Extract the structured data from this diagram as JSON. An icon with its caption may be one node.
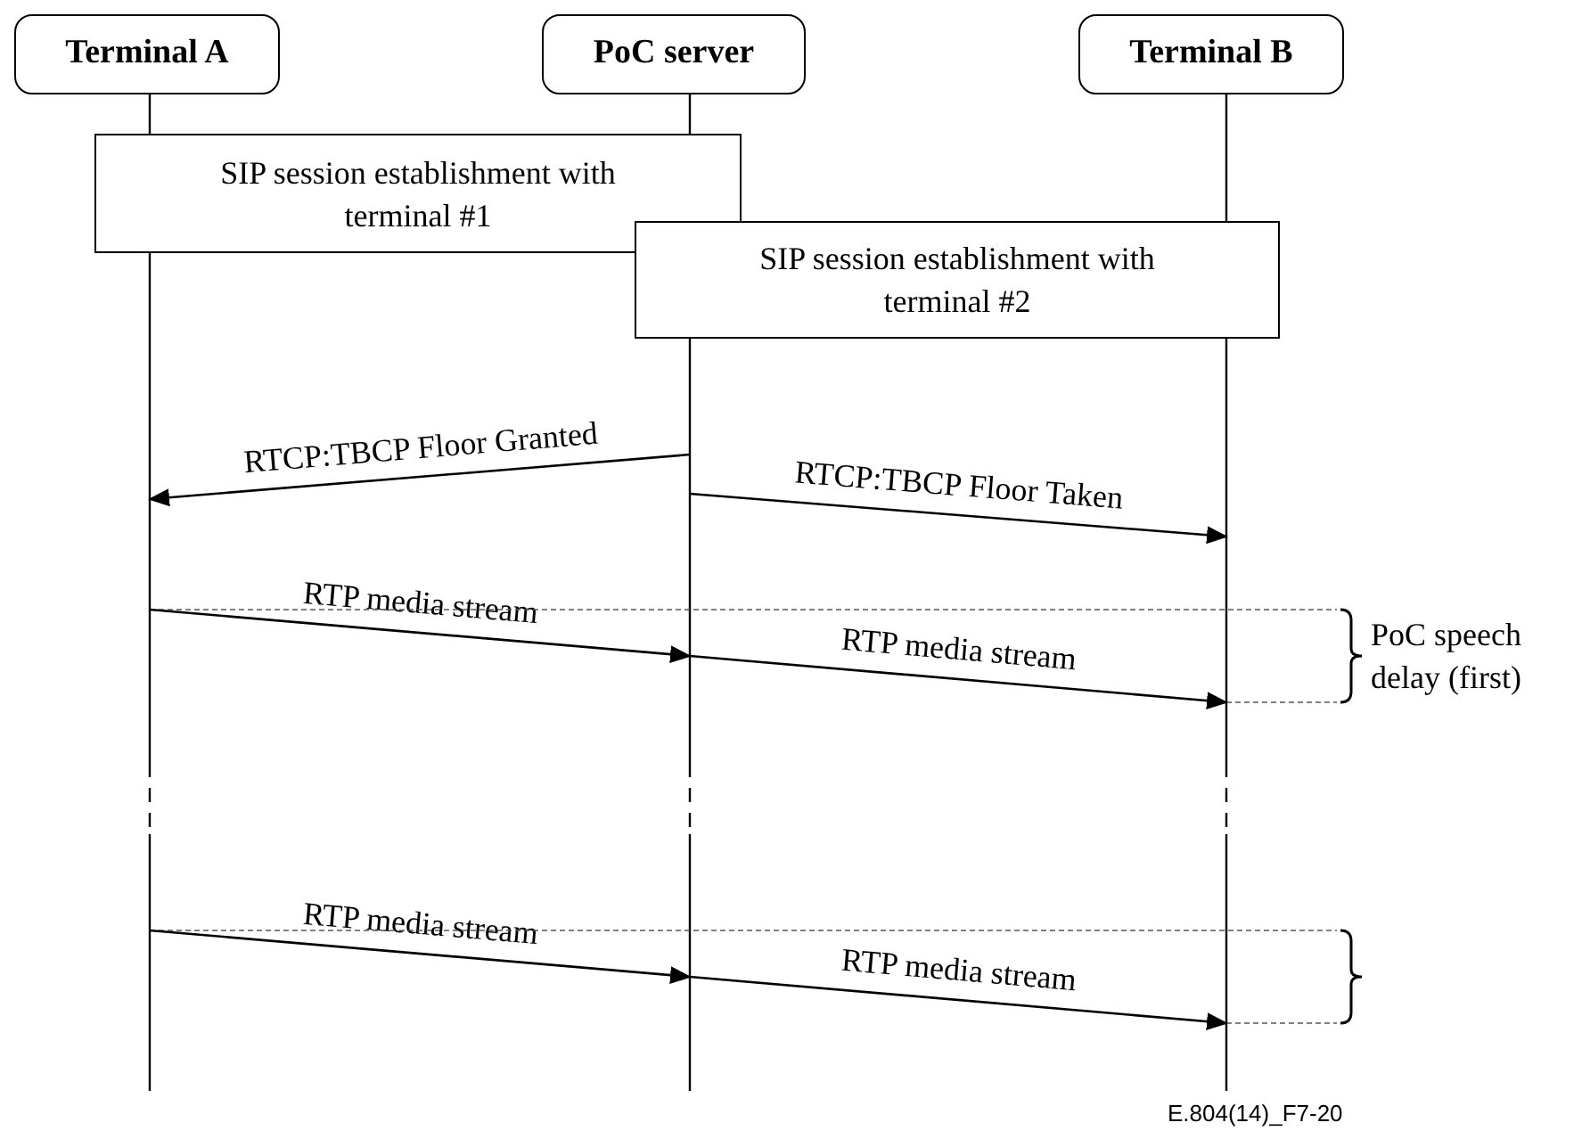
{
  "diagram": {
    "nodes": [
      {
        "text": [
          "Terminal A"
        ]
      },
      {
        "text": [
          "PoC server"
        ]
      },
      {
        "text": [
          "Terminal B"
        ]
      },
      {
        "text": [
          "SIP session establishment with terminal #1"
        ]
      },
      {
        "text": [
          "SIP session establishment with terminal #2"
        ]
      }
    ],
    "edges": [
      {
        "from": 1,
        "to": 0,
        "arrow": "to",
        "label": "RTCP:TBCP Floor Granted"
      },
      {
        "from": 1,
        "to": 2,
        "arrow": "to",
        "label": "RTCP:TBCP Floor Taken"
      },
      {
        "from": 0,
        "to": 1,
        "arrow": "to",
        "label": "RTP media stream"
      },
      {
        "from": 1,
        "to": 2,
        "arrow": "to",
        "label": "RTP media stream"
      },
      {
        "from": 0,
        "to": 1,
        "arrow": "to",
        "label": "RTP media stream"
      },
      {
        "from": 1,
        "to": 2,
        "arrow": "to",
        "label": "RTP media stream"
      }
    ],
    "labels": [
      "PoC speech delay (first)",
      "E.804(14)_F7-20"
    ]
  }
}
